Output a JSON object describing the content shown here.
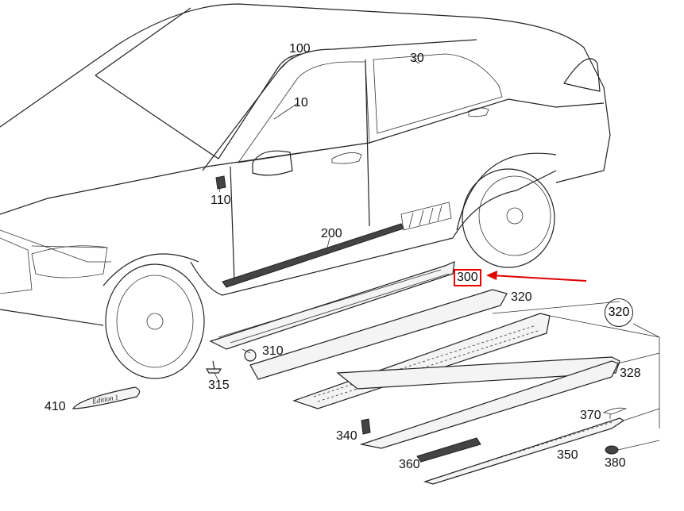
{
  "diagram": {
    "labels": {
      "l100": "100",
      "l30": "30",
      "l10": "10",
      "l110": "110",
      "l200": "200",
      "l300": "300",
      "l320a": "320",
      "l320b": "320",
      "l310": "310",
      "l315": "315",
      "l328": "328",
      "l370": "370",
      "l410": "410",
      "l340": "340",
      "l360": "360",
      "l350": "350",
      "l380": "380"
    },
    "emblem_text": "Edition 1",
    "highlight_color": "#e00000"
  }
}
